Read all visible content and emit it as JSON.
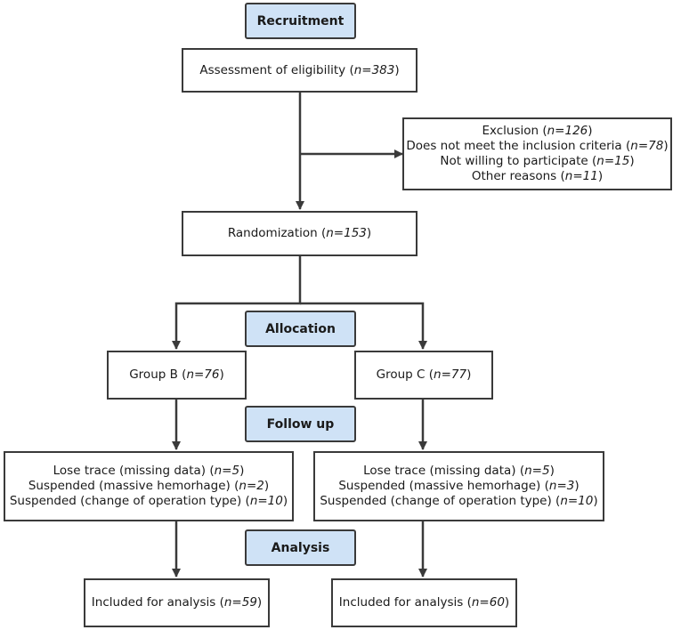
{
  "stages": {
    "recruitment": "Recruitment",
    "allocation": "Allocation",
    "follow_up": "Follow up",
    "analysis": "Analysis"
  },
  "assessment": {
    "label": "Assessment of eligibility",
    "n": "n=383"
  },
  "exclusion": {
    "title": {
      "label": "Exclusion",
      "n": "n=126"
    },
    "reasons": [
      {
        "label": "Does not meet the inclusion criteria",
        "n": "n=78"
      },
      {
        "label": "Not willing to participate",
        "n": "n=15"
      },
      {
        "label": "Other reasons",
        "n": "n=11"
      }
    ]
  },
  "randomization": {
    "label": "Randomization",
    "n": "n=153"
  },
  "group_b": {
    "allocation": {
      "label": "Group B",
      "n": "n=76"
    },
    "follow_up": [
      {
        "label": "Lose trace (missing data)",
        "n": "n=5"
      },
      {
        "label": "Suspended (massive hemorhage)",
        "n": "n=2"
      },
      {
        "label": "Suspended (change of operation type)",
        "n": "n=10"
      }
    ],
    "analysis": {
      "label": "Included for analysis",
      "n": "n=59"
    }
  },
  "group_c": {
    "allocation": {
      "label": "Group C",
      "n": "n=77"
    },
    "follow_up": [
      {
        "label": "Lose trace (missing data)",
        "n": "n=5"
      },
      {
        "label": "Suspended (massive hemorhage)",
        "n": "n=3"
      },
      {
        "label": "Suspended (change of operation type)",
        "n": "n=10"
      }
    ],
    "analysis": {
      "label": "Included for analysis",
      "n": "n=60"
    }
  }
}
